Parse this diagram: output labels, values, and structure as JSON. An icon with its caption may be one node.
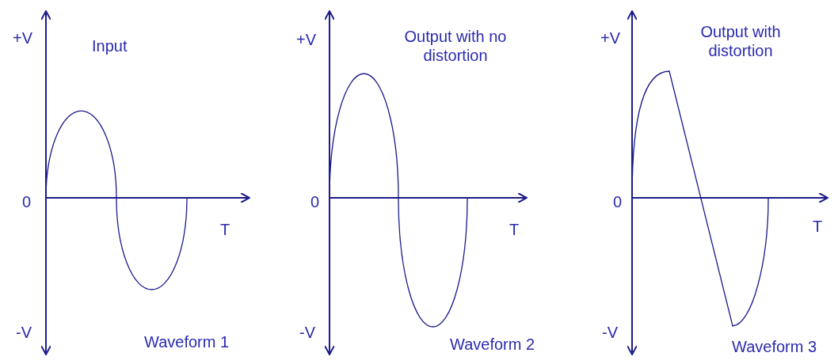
{
  "diagram": {
    "labels": [
      "+V",
      "Input",
      "0",
      "T",
      "-V",
      "Waveform 1",
      "+V",
      "Output with no distortion",
      "0",
      "T",
      "-V",
      "Waveform 2",
      "+V",
      "Output with distortion",
      "0",
      "T",
      "-V",
      "Waveform 3"
    ]
  }
}
